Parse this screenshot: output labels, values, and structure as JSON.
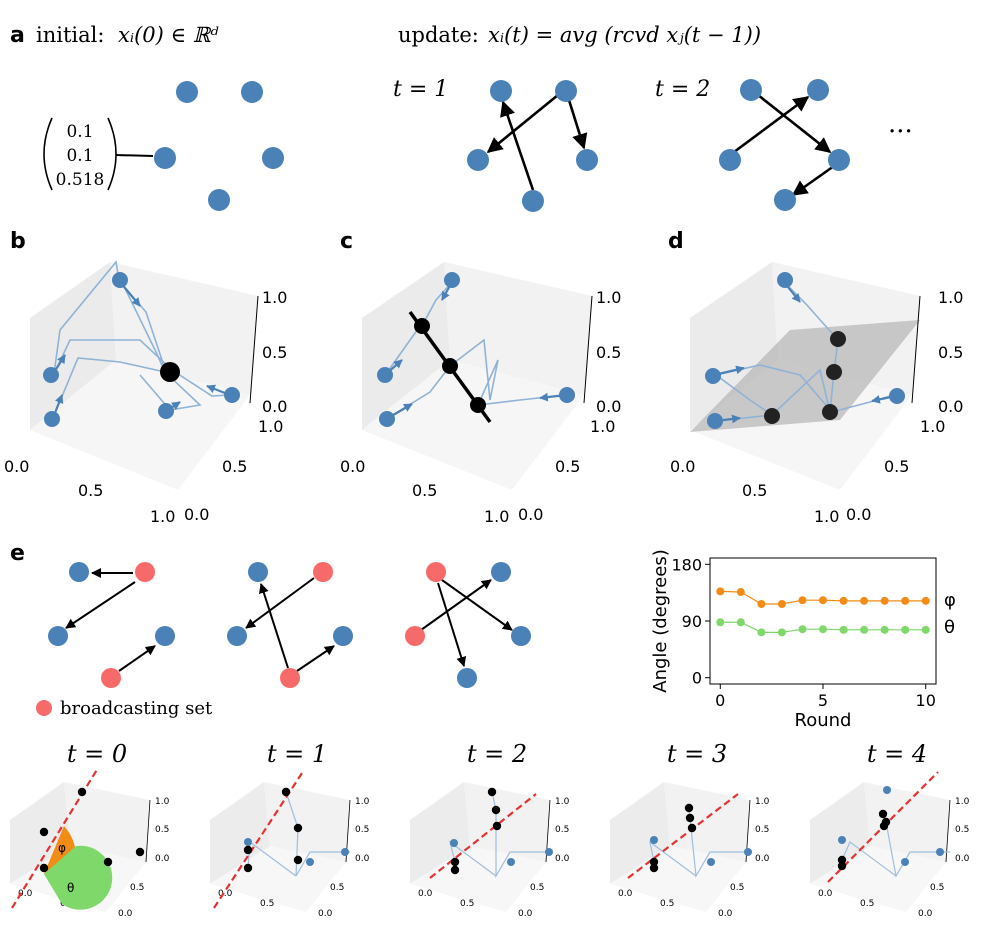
{
  "panel_letters": {
    "a": "a",
    "b": "b",
    "c": "c",
    "d": "d",
    "e": "e"
  },
  "panel_a": {
    "initial_prefix": "initial:",
    "initial_math": "xᵢ(0) ∈ ℝᵈ",
    "update_prefix": "update:",
    "update_math": "xᵢ(t) = avg (rcvd xⱼ(t − 1))",
    "vector": [
      "0.1",
      "0.1",
      "0.518"
    ],
    "t1_label": "t = 1",
    "t2_label": "t = 2",
    "ellipsis": "···"
  },
  "panels_3d": {
    "z_ticks": [
      "1.0",
      "0.5",
      "0.0"
    ],
    "x_ticks": [
      "0.0",
      "0.5",
      "1.0"
    ],
    "y_ticks": [
      "1.0",
      "0.5",
      "0.0"
    ]
  },
  "panel_e": {
    "legend_label": "broadcasting set",
    "colors": {
      "node": "#4a81b6",
      "broadcast": "#f76a6a",
      "phi": "#f28c16",
      "theta": "#7fd86a"
    }
  },
  "chart_data": {
    "type": "line",
    "x": [
      0,
      1,
      2,
      3,
      4,
      5,
      6,
      7,
      8,
      9,
      10
    ],
    "series": [
      {
        "name": "φ",
        "values": [
          137,
          136,
          117,
          117,
          123,
          123,
          122,
          122,
          122,
          122,
          122
        ]
      },
      {
        "name": "θ",
        "values": [
          88,
          88,
          72,
          72,
          77,
          77,
          76,
          76,
          76,
          76,
          76
        ]
      }
    ],
    "xlabel": "Round",
    "ylabel": "Angle (degrees)",
    "xlim": [
      -0.5,
      10.5
    ],
    "ylim": [
      -10,
      190
    ],
    "yticks": [
      0,
      90,
      180
    ],
    "xticks": [
      0,
      5,
      10
    ],
    "grid": false
  },
  "bottom_row": {
    "labels": [
      "t = 0",
      "t = 1",
      "t = 2",
      "t = 3",
      "t = 4"
    ],
    "z_ticks": [
      "1.0",
      "0.5",
      "0.0"
    ],
    "x_ticks": [
      "0.0",
      "0.5"
    ],
    "y_ticks": [
      "0.5",
      "0.0"
    ],
    "phi_label": "φ",
    "theta_label": "θ"
  }
}
